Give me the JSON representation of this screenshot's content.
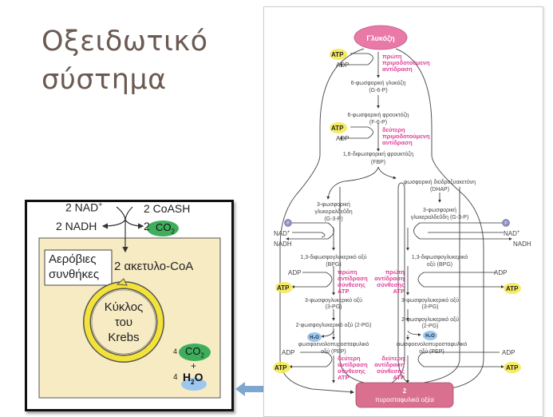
{
  "slide": {
    "title_line1": "Οξειδωτικό",
    "title_line2": "σύστημα"
  },
  "krebs_panel": {
    "nad": "2 NAD",
    "nad_sup": "+",
    "coash": "2 CoASH",
    "nadh": "2 NADH",
    "co2_count": "2",
    "co2": "CO",
    "co2_sub": "2",
    "condition_line1": "Αερόβιες",
    "condition_line2": "συνθήκες",
    "acetyl_coa": "2 ακετυλο-CoA",
    "cycle_line1": "Κύκλος",
    "cycle_line2": "του",
    "cycle_line3": "Krebs",
    "out_co2_count": "4",
    "out_co2": "CO",
    "out_co2_sub": "2",
    "plus": "+",
    "out_h2o_count": "4",
    "out_h2o_h": "H",
    "out_h2o_sub": "2",
    "out_h2o_o": "O"
  },
  "glycolysis_panel": {
    "glucose": "Γλυκόζη",
    "first_priming_l1": "πρώτη",
    "first_priming_l2": "πριμοδοτούμενη",
    "first_priming_l3": "αντίδραση",
    "atp": "ATP",
    "adp": "ADP",
    "g6p_l1": "6-φωσφορική γλυκόζη",
    "g6p_l2": "(G-6-P)",
    "f6p_l1": "6-φωσφορική φρουκτόζη",
    "f6p_l2": "(F-6-P)",
    "second_priming_l1": "δεύτερη",
    "second_priming_l2": "πριμοδοτούμενη",
    "second_priming_l3": "αντίδραση",
    "fbp_l1": "1,6-διφωσφορική φρουκτόζη",
    "fbp_l2": "(FBP)",
    "dhap_l1": "φωσφορική διϋδροξυακετόνη",
    "dhap_l2": "(DHAP)",
    "g3p_left_l1": "3-φωσφορική",
    "g3p_left_l2": "γλυκεραλδεΰδη",
    "g3p_left_l3": "(G-3-P)",
    "g3p_right_l1": "3-φωσφορική",
    "g3p_right_l2": "γλυκεραλδεΰδη (G-3-P)",
    "phosphate": "P",
    "nad": "NAD",
    "nad_sup": "+",
    "nadh": "NADH",
    "bpg_left_l1": "1,3-διφωσφογλυκερικό οξύ",
    "bpg_left_l2": "(BPG)",
    "bpg_right_l1": "1,3-διφωσφογλυκερικό",
    "bpg_right_l2": "οξύ (BPG)",
    "first_synth_l1": "πρώτη",
    "first_synth_l2": "αντίδραση",
    "first_synth_l3": "σύνθεσης",
    "first_synth_l4": "ATP",
    "pg3_left_l1": "3-φωσφογλυκερικό οξύ",
    "pg3_left_l2": "(3-PG)",
    "pg3_right_l1": "3-φωσφογλυκερικό οξύ",
    "pg3_right_l2": "(3-PG)",
    "pg2_left": "2-φωσφογλυκερικό οξύ (2-PG)",
    "pg2_right_l1": "2-φωσφογλυκερικό οξύ",
    "pg2_right_l2": "(2-PG)",
    "h2o": "H₂O",
    "pep_l1": "φωσφοενολοπυροσταφυλικό",
    "pep_l2": "οξύ (PEP)",
    "second_synth_l1": "δεύτερη",
    "second_synth_l2": "αντίδραση",
    "second_synth_l3": "σύνθεσης",
    "second_synth_l4": "ATP",
    "pyruvate_l1": "2",
    "pyruvate_l2": "πυροσταφυλικά οξέα"
  },
  "colors": {
    "title": "#6b5a52",
    "pink_node": "#e97aa8",
    "pink_text": "#e0409a",
    "atp_highlight": "#f4e84a",
    "co2_green": "#3fae5c",
    "h2o_blue": "#9cc7ee",
    "krebs_yellow": "#f2e23a",
    "beige": "#f7ebc4",
    "arrow_blue": "#7ea6cf"
  }
}
